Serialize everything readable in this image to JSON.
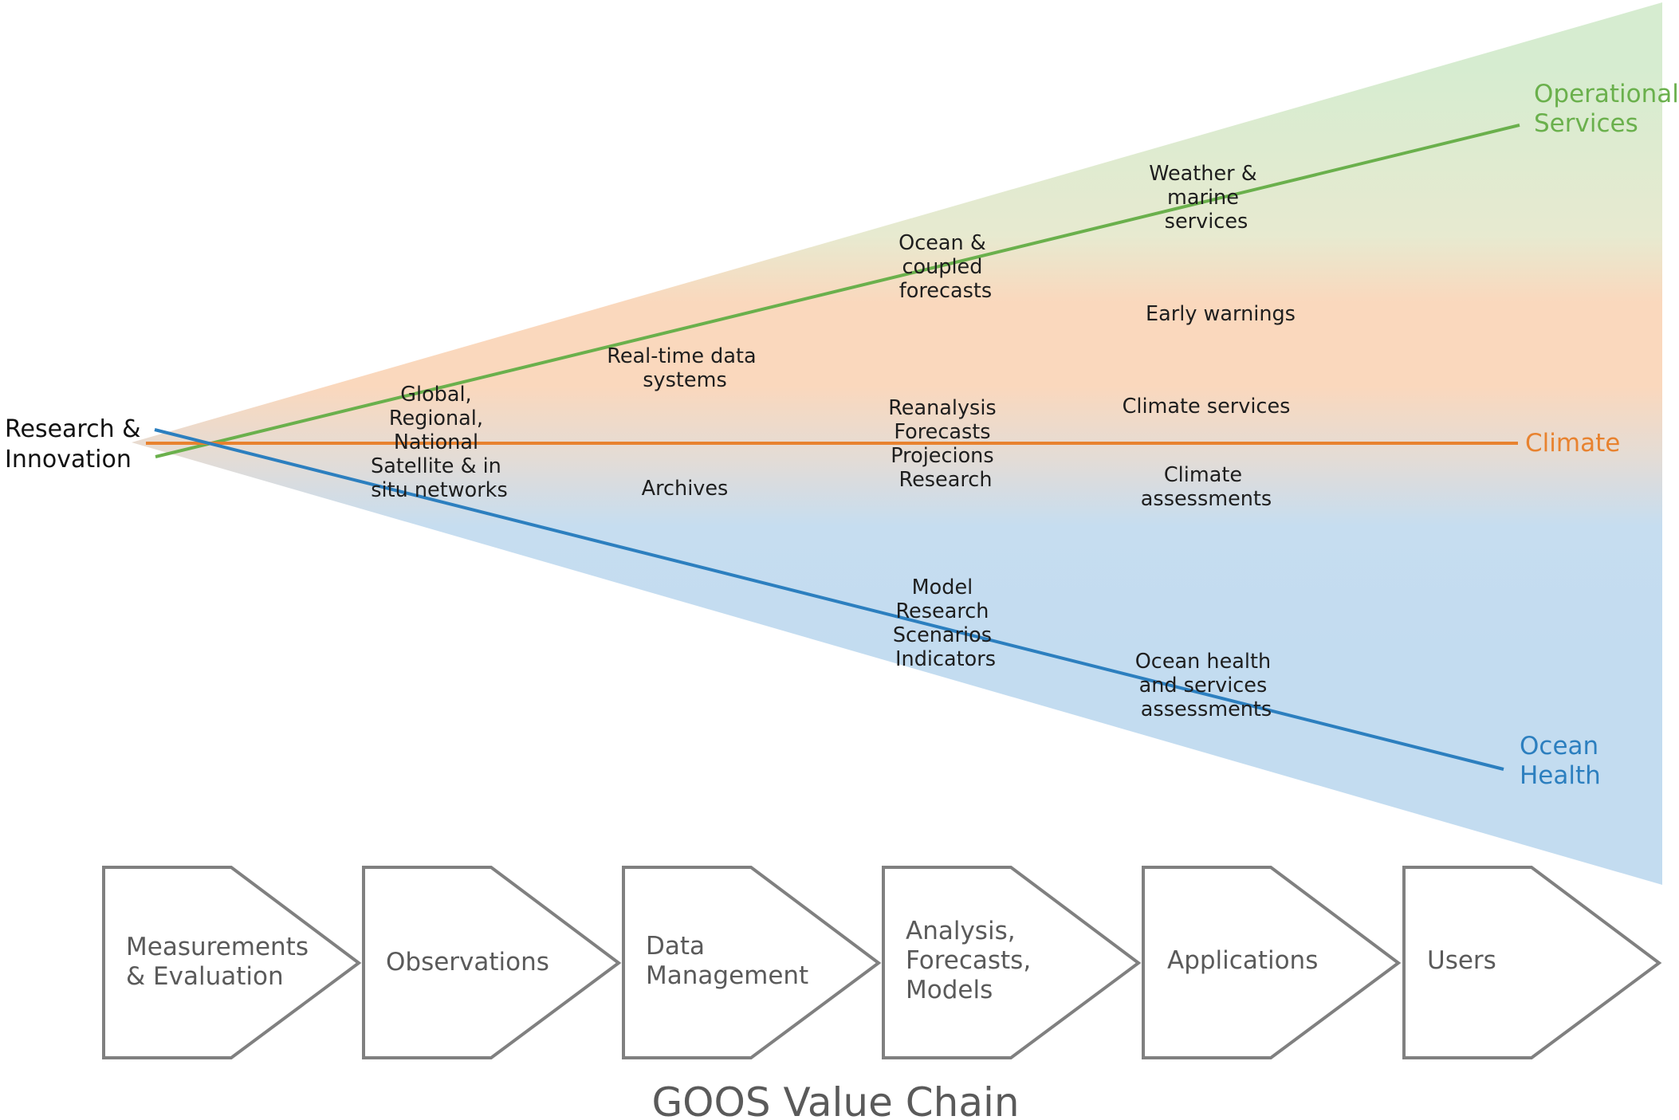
{
  "diagram": {
    "title": "GOOS Value Chain",
    "origin_label": [
      "Research &",
      "Innovation"
    ],
    "outputs": [
      {
        "id": "operational",
        "lines": [
          "Operational",
          "Services"
        ],
        "color": "#6ab04c"
      },
      {
        "id": "climate",
        "lines": [
          "Climate"
        ],
        "color": "#e8822f"
      },
      {
        "id": "ocean-health",
        "lines": [
          "Ocean",
          "Health"
        ],
        "color": "#2c7fbf"
      }
    ],
    "fan_colors": {
      "green": "#d6ecd0",
      "orange": "#fad8bd",
      "blue": "#c3dcf0"
    },
    "stages": [
      {
        "id": "measurements",
        "lines": [
          "Measurements",
          "& Evaluation"
        ]
      },
      {
        "id": "observations",
        "lines": [
          "Observations"
        ]
      },
      {
        "id": "data-management",
        "lines": [
          "Data",
          "Management"
        ]
      },
      {
        "id": "analysis",
        "lines": [
          "Analysis,",
          "Forecasts,",
          "Models"
        ]
      },
      {
        "id": "applications",
        "lines": [
          "Applications"
        ]
      },
      {
        "id": "users",
        "lines": [
          "Users"
        ]
      }
    ],
    "annotations": [
      {
        "id": "networks",
        "lines": [
          "Global,",
          "Regional,",
          "National",
          "Satellite & in",
          "situ networks"
        ]
      },
      {
        "id": "realtime",
        "lines": [
          "Real-time data",
          "systems"
        ]
      },
      {
        "id": "archives",
        "lines": [
          "Archives"
        ]
      },
      {
        "id": "ocean-forecasts",
        "lines": [
          "Ocean &",
          "coupled",
          "forecasts"
        ]
      },
      {
        "id": "reanalysis",
        "lines": [
          "Reanalysis",
          "Forecasts",
          "Projecions",
          "Research"
        ]
      },
      {
        "id": "model",
        "lines": [
          "Model",
          "Research",
          "Scenarios",
          "Indicators"
        ]
      },
      {
        "id": "weather",
        "lines": [
          "Weather &",
          "marine",
          "services"
        ]
      },
      {
        "id": "early-warnings",
        "lines": [
          "Early warnings"
        ]
      },
      {
        "id": "climate-services",
        "lines": [
          "Climate services"
        ]
      },
      {
        "id": "climate-assessments",
        "lines": [
          "Climate",
          "assessments"
        ]
      },
      {
        "id": "ocean-health-assessments",
        "lines": [
          "Ocean health",
          "and services",
          "assessments"
        ]
      }
    ]
  }
}
